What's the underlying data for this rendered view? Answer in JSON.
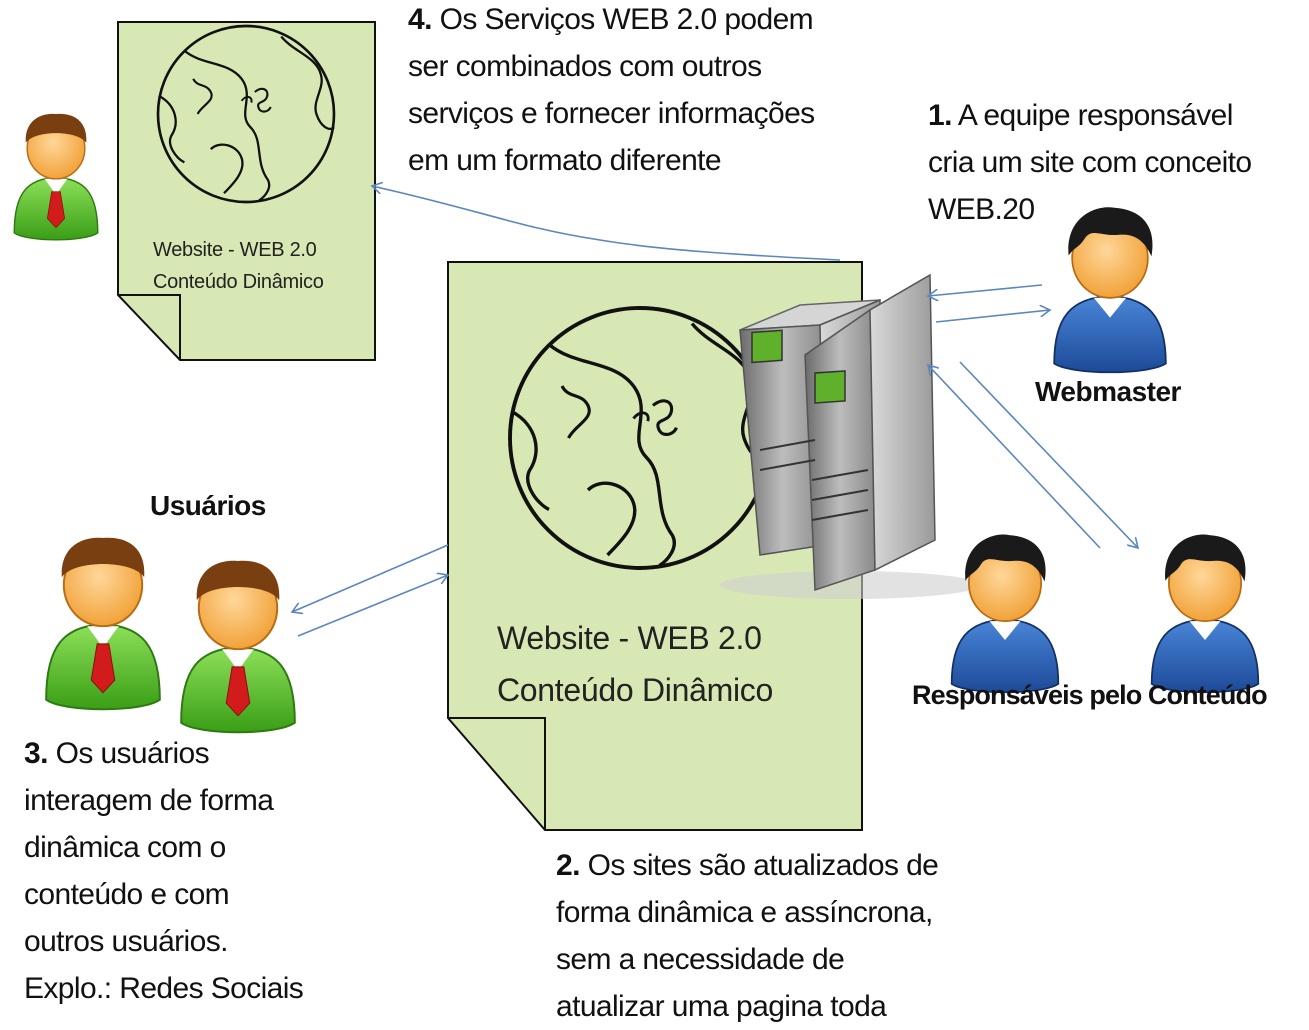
{
  "steps": {
    "step1": {
      "num": "1.",
      "lines": [
        "A equipe responsável",
        "cria um site com conceito",
        "WEB.20"
      ]
    },
    "step2": {
      "num": "2.",
      "lines": [
        "Os sites são atualizados de",
        "forma dinâmica e assíncrona,",
        "sem a necessidade de",
        "atualizar uma pagina toda"
      ]
    },
    "step3": {
      "num": "3.",
      "lines": [
        "Os usuários",
        "interagem de forma",
        "dinâmica com o",
        "conteúdo e com",
        "outros usuários.",
        "Explo.: Redes Sociais"
      ]
    },
    "step4": {
      "num": "4.",
      "lines": [
        "Os Serviços WEB 2.0 podem",
        "ser combinados com outros",
        "serviços e fornecer informações",
        "em um formato diferente"
      ]
    }
  },
  "labels": {
    "webmaster": "Webmaster",
    "users": "Usuários",
    "content_owners": "Responsáveis pelo Conteúdo"
  },
  "documents": {
    "small": {
      "line1": "Website - WEB 2.0",
      "line2": "Conteúdo Dinâmico"
    },
    "large": {
      "line1": "Website - WEB 2.0",
      "line2": "Conteúdo Dinâmico"
    }
  },
  "colors": {
    "document_fill": "#d8e8b4",
    "arrow": "#5b86c0",
    "user_green": "#5ec22f",
    "staff_blue": "#2f63b8",
    "tie_red": "#d21b1b",
    "skin": "#f7a63a"
  }
}
